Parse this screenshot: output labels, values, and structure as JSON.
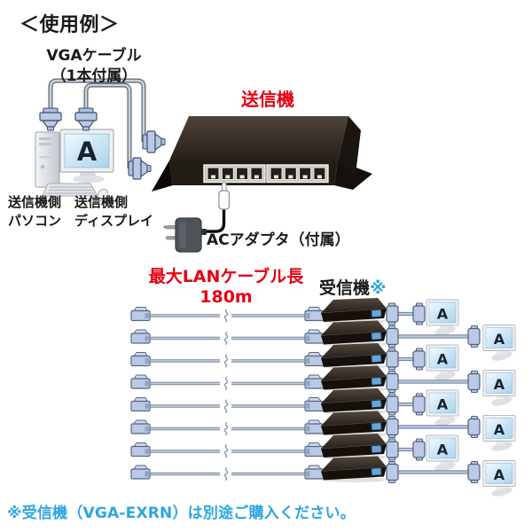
{
  "title": "＜使用例＞",
  "colors": {
    "accent_red": "#e50012",
    "note_blue": "#2ca6e0",
    "connector_blue": "#b9c9e6",
    "cable_gray": "#9aa8bc",
    "device_black": "#1c1713"
  },
  "transmitter_section": {
    "vga_cable_label_line1": "VGAケーブル",
    "vga_cable_label_line2": "（1本付属）",
    "transmitter_label": "送信機",
    "pc_label_line1": "送信機側",
    "pc_label_line2": "パソコン",
    "display_label_line1": "送信機側",
    "display_label_line2": "ディスプレイ",
    "ac_adapter_label": "ACアダプタ（付属）",
    "monitor_letter": "A"
  },
  "receiver_section": {
    "lan_length_label_line1": "最大LANケーブル長",
    "lan_length_label_line2": "180m",
    "receiver_label": "受信機",
    "receiver_label_mark": "※",
    "monitor_letter": "A",
    "receiver_count": 8,
    "lan_cable_count": 8,
    "monitor_count": 8,
    "transmitter_port_count": 8
  },
  "footnote": "※受信機（VGA-EXRN）は別途ご購入ください。"
}
